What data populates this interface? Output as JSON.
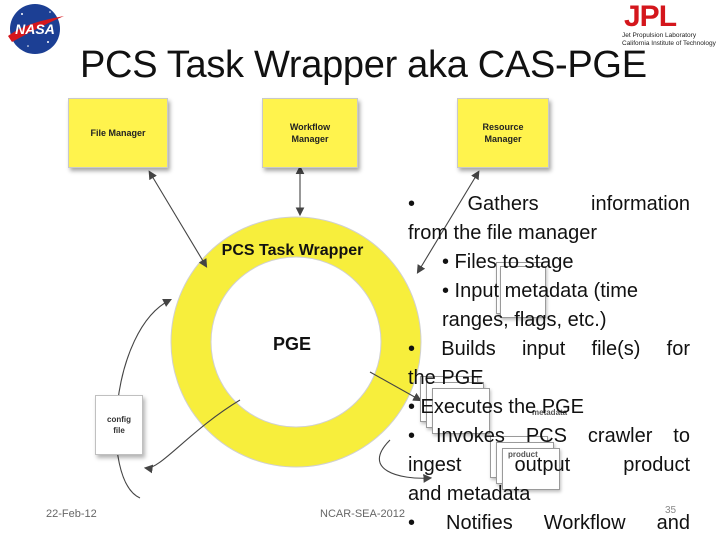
{
  "header": {
    "title": "PCS Task Wrapper aka CAS-PGE",
    "nasa_logo_text": "NASA",
    "jpl_logo_text": "JPL",
    "jpl_line1": "Jet Propulsion Laboratory",
    "jpl_line2": "California Institute of Technology"
  },
  "diagram": {
    "file_manager": "File Manager",
    "workflow_manager": [
      "Workflow",
      "Manager"
    ],
    "resource_manager": [
      "Resource",
      "Manager"
    ],
    "ring_label": "PCS Task Wrapper",
    "center_label": "PGE",
    "config_file": [
      "config",
      "file"
    ],
    "doc_labels": [
      "metadata",
      "product"
    ]
  },
  "bullets": {
    "line1": "• Gathers information",
    "line2": "from the file manager",
    "line3": "• Files to stage",
    "line4": "• Input metadata (time",
    "line5": "ranges, flags, etc.)",
    "line6": "• Builds input file(s) for",
    "line7": "the PGE",
    "line8": "• Executes the PGE",
    "line9": "• Invokes PCS crawler to",
    "line10": "ingest output product",
    "line11": "and metadata",
    "line12": "• Notifies Workflow and"
  },
  "footer": {
    "date": "22-Feb-12",
    "center": "NCAR-SEA-2012",
    "page": "35"
  }
}
